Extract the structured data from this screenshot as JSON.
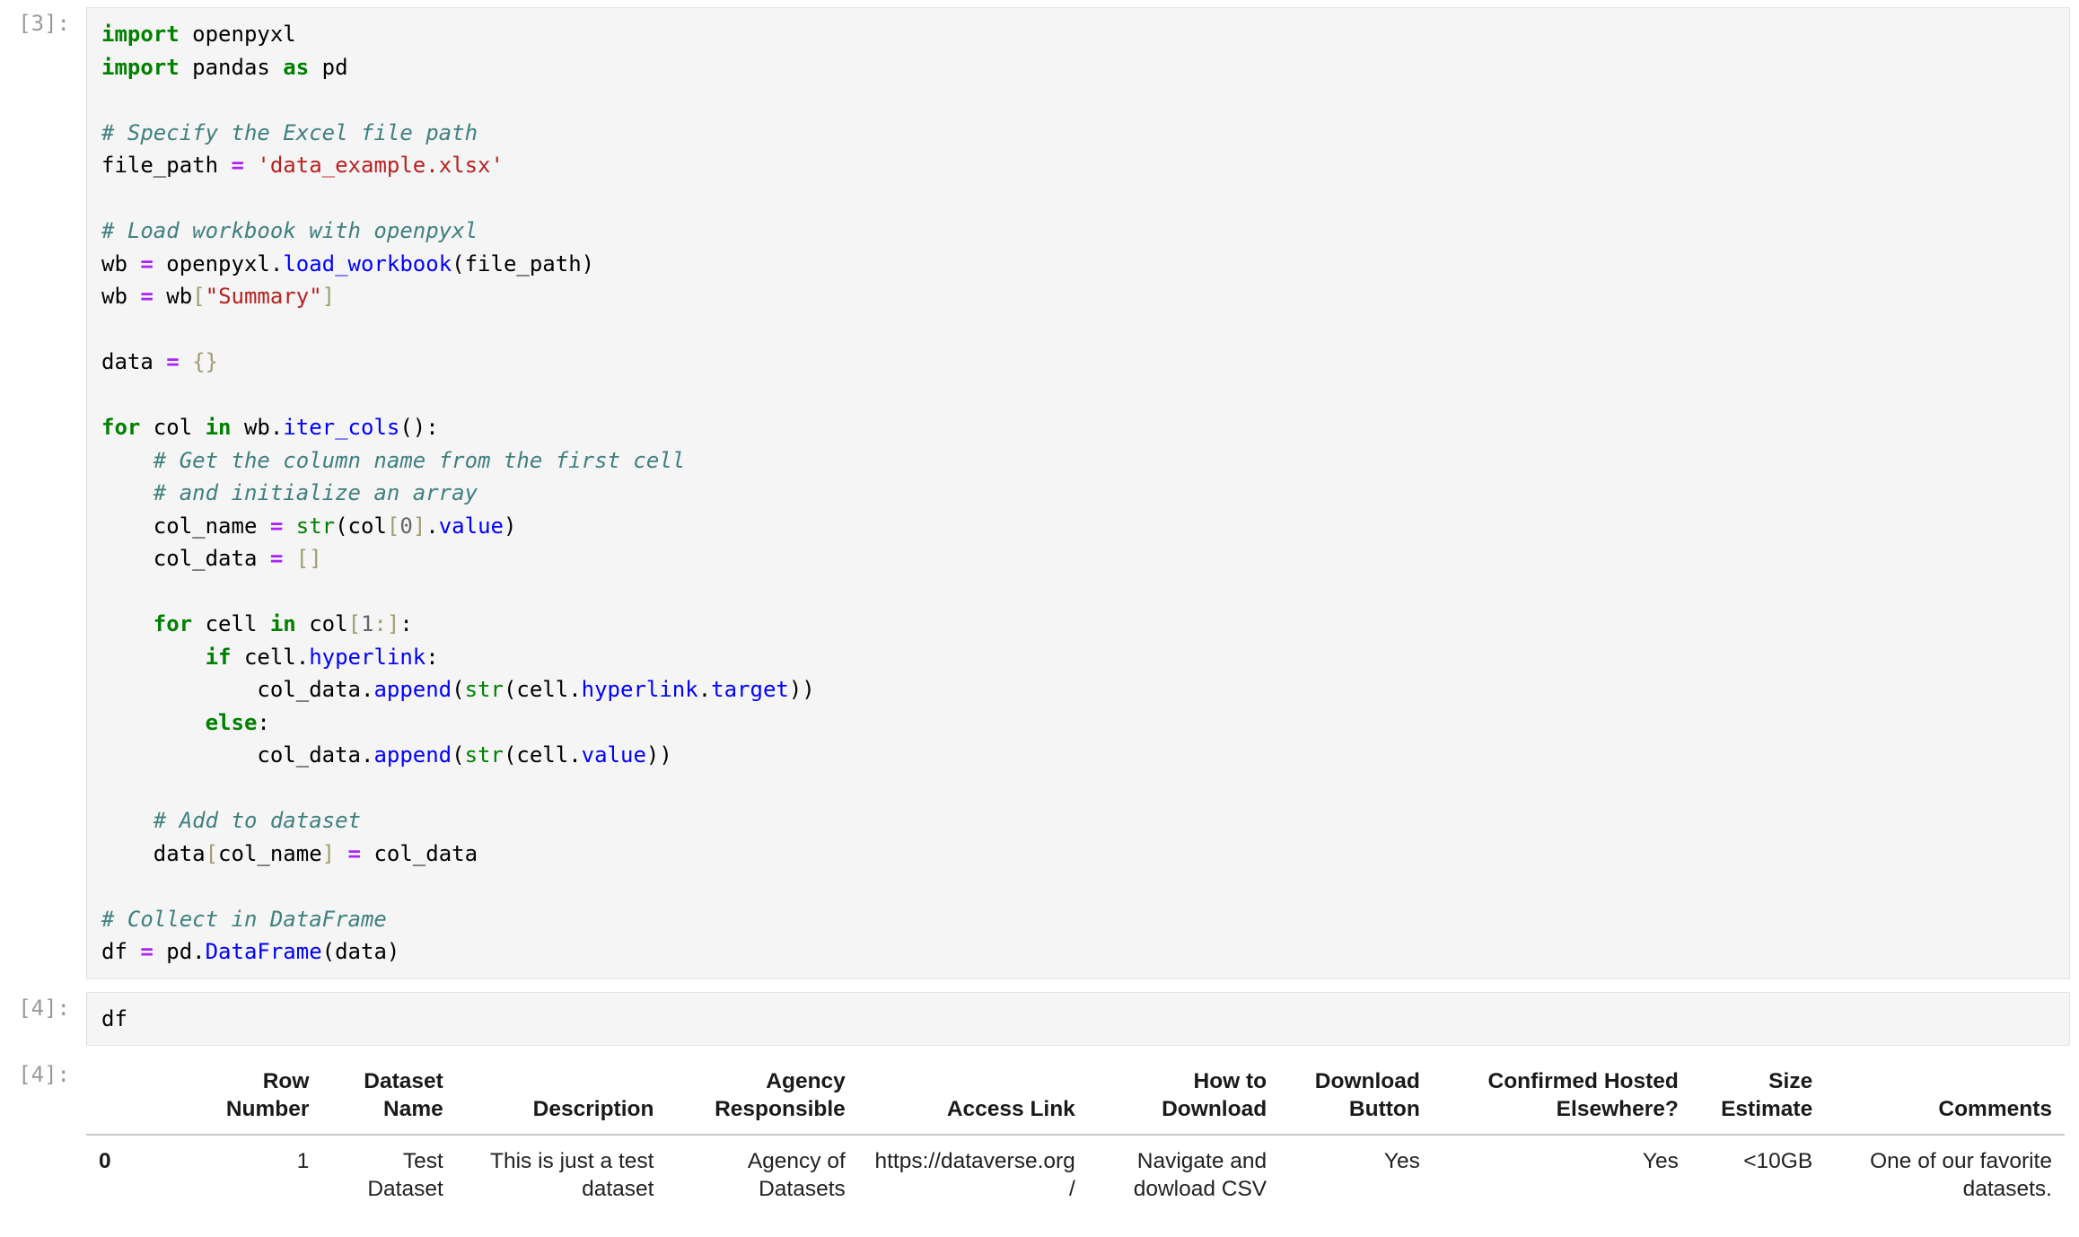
{
  "cells": [
    {
      "type": "code",
      "prompt": "[3]:",
      "source_lines": [
        [
          {
            "t": "kw",
            "s": "import"
          },
          {
            "t": "plain",
            "s": " openpyxl"
          }
        ],
        [
          {
            "t": "kw",
            "s": "import"
          },
          {
            "t": "plain",
            "s": " pandas "
          },
          {
            "t": "kw",
            "s": "as"
          },
          {
            "t": "plain",
            "s": " pd"
          }
        ],
        [],
        [
          {
            "t": "com",
            "s": "# Specify the Excel file path"
          }
        ],
        [
          {
            "t": "plain",
            "s": "file_path "
          },
          {
            "t": "op",
            "s": "="
          },
          {
            "t": "plain",
            "s": " "
          },
          {
            "t": "str",
            "s": "'data_example.xlsx'"
          }
        ],
        [],
        [
          {
            "t": "com",
            "s": "# Load workbook with openpyxl"
          }
        ],
        [
          {
            "t": "plain",
            "s": "wb "
          },
          {
            "t": "op",
            "s": "="
          },
          {
            "t": "plain",
            "s": " openpyxl."
          },
          {
            "t": "fn",
            "s": "load_workbook"
          },
          {
            "t": "plain",
            "s": "(file_path)"
          }
        ],
        [
          {
            "t": "plain",
            "s": "wb "
          },
          {
            "t": "op",
            "s": "="
          },
          {
            "t": "plain",
            "s": " wb"
          },
          {
            "t": "brk",
            "s": "["
          },
          {
            "t": "str",
            "s": "\"Summary\""
          },
          {
            "t": "brk",
            "s": "]"
          }
        ],
        [],
        [
          {
            "t": "plain",
            "s": "data "
          },
          {
            "t": "op",
            "s": "="
          },
          {
            "t": "plain",
            "s": " "
          },
          {
            "t": "brk",
            "s": "{}"
          }
        ],
        [],
        [
          {
            "t": "kw",
            "s": "for"
          },
          {
            "t": "plain",
            "s": " col "
          },
          {
            "t": "kw",
            "s": "in"
          },
          {
            "t": "plain",
            "s": " wb."
          },
          {
            "t": "fn",
            "s": "iter_cols"
          },
          {
            "t": "plain",
            "s": "():"
          }
        ],
        [
          {
            "t": "com",
            "s": "    # Get the column name from the first cell"
          }
        ],
        [
          {
            "t": "com",
            "s": "    # and initialize an array"
          }
        ],
        [
          {
            "t": "plain",
            "s": "    col_name "
          },
          {
            "t": "op",
            "s": "="
          },
          {
            "t": "plain",
            "s": " "
          },
          {
            "t": "bfn",
            "s": "str"
          },
          {
            "t": "plain",
            "s": "(col"
          },
          {
            "t": "brk",
            "s": "["
          },
          {
            "t": "num",
            "s": "0"
          },
          {
            "t": "brk",
            "s": "]"
          },
          {
            "t": "plain",
            "s": "."
          },
          {
            "t": "fn",
            "s": "value"
          },
          {
            "t": "plain",
            "s": ")"
          }
        ],
        [
          {
            "t": "plain",
            "s": "    col_data "
          },
          {
            "t": "op",
            "s": "="
          },
          {
            "t": "plain",
            "s": " "
          },
          {
            "t": "brk",
            "s": "[]"
          }
        ],
        [],
        [
          {
            "t": "plain",
            "s": "    "
          },
          {
            "t": "kw",
            "s": "for"
          },
          {
            "t": "plain",
            "s": " cell "
          },
          {
            "t": "kw",
            "s": "in"
          },
          {
            "t": "plain",
            "s": " col"
          },
          {
            "t": "brk",
            "s": "["
          },
          {
            "t": "num",
            "s": "1"
          },
          {
            "t": "brk",
            "s": ":]"
          },
          {
            "t": "plain",
            "s": ":"
          }
        ],
        [
          {
            "t": "plain",
            "s": "        "
          },
          {
            "t": "kw",
            "s": "if"
          },
          {
            "t": "plain",
            "s": " cell."
          },
          {
            "t": "fn",
            "s": "hyperlink"
          },
          {
            "t": "plain",
            "s": ":"
          }
        ],
        [
          {
            "t": "plain",
            "s": "            col_data."
          },
          {
            "t": "fn",
            "s": "append"
          },
          {
            "t": "plain",
            "s": "("
          },
          {
            "t": "bfn",
            "s": "str"
          },
          {
            "t": "plain",
            "s": "(cell."
          },
          {
            "t": "fn",
            "s": "hyperlink"
          },
          {
            "t": "plain",
            "s": "."
          },
          {
            "t": "fn",
            "s": "target"
          },
          {
            "t": "plain",
            "s": "))"
          }
        ],
        [
          {
            "t": "plain",
            "s": "        "
          },
          {
            "t": "kw",
            "s": "else"
          },
          {
            "t": "plain",
            "s": ":"
          }
        ],
        [
          {
            "t": "plain",
            "s": "            col_data."
          },
          {
            "t": "fn",
            "s": "append"
          },
          {
            "t": "plain",
            "s": "("
          },
          {
            "t": "bfn",
            "s": "str"
          },
          {
            "t": "plain",
            "s": "(cell."
          },
          {
            "t": "fn",
            "s": "value"
          },
          {
            "t": "plain",
            "s": "))"
          }
        ],
        [],
        [
          {
            "t": "com",
            "s": "    # Add to dataset"
          }
        ],
        [
          {
            "t": "plain",
            "s": "    data"
          },
          {
            "t": "brk",
            "s": "["
          },
          {
            "t": "plain",
            "s": "col_name"
          },
          {
            "t": "brk",
            "s": "]"
          },
          {
            "t": "plain",
            "s": " "
          },
          {
            "t": "op",
            "s": "="
          },
          {
            "t": "plain",
            "s": " col_data"
          }
        ],
        [],
        [
          {
            "t": "com",
            "s": "# Collect in DataFrame"
          }
        ],
        [
          {
            "t": "plain",
            "s": "df "
          },
          {
            "t": "op",
            "s": "="
          },
          {
            "t": "plain",
            "s": " pd."
          },
          {
            "t": "fn",
            "s": "DataFrame"
          },
          {
            "t": "plain",
            "s": "(data)"
          }
        ]
      ]
    },
    {
      "type": "code",
      "prompt": "[4]:",
      "source_lines": [
        [
          {
            "t": "plain",
            "s": "df"
          }
        ]
      ]
    }
  ],
  "output": {
    "prompt": "[4]:",
    "table": {
      "index_header": "",
      "columns": [
        "Row Number",
        "Dataset Name",
        "Description",
        "Agency Responsible",
        "Access Link",
        "How to Download",
        "Download Button",
        "Confirmed Hosted Elsewhere?",
        "Size Estimate",
        "Comments"
      ],
      "rows": [
        {
          "index": "0",
          "cells": [
            "1",
            "Test Dataset",
            "This is just a test dataset",
            "Agency of Datasets",
            "https://dataverse.org/",
            "Navigate and dowload CSV",
            "Yes",
            "Yes",
            "<10GB",
            "One of our favorite datasets."
          ]
        }
      ]
    }
  },
  "theme": {
    "code_bg": "#f5f5f5",
    "code_border": "#e4e4e4",
    "prompt_color": "#9a9a9a",
    "keyword": "#008000",
    "string": "#ba2121",
    "comment": "#408080",
    "function": "#0000ff",
    "operator": "#aa22ff",
    "number": "#666666",
    "bracket": "#a19c70",
    "table_rule": "#c8c8c8"
  }
}
